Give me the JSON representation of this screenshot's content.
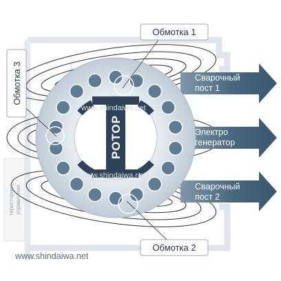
{
  "callouts": {
    "winding_1": "Обмотка 1",
    "winding_2": "Обмотка 2",
    "winding_3": "Обмотка 3"
  },
  "outputs": {
    "welding_post_1": [
      "Сварочный",
      "пост 1"
    ],
    "generator": [
      "Электро",
      "генератор"
    ],
    "welding_post_2": [
      "Сварочный",
      "пост 2"
    ]
  },
  "rotor_label": "РОТОР",
  "thyristor_control": [
    "тиристорное",
    "управление"
  ],
  "watermark": "www.shindaiwa.net",
  "site_url": "www.shindaiwa.net",
  "colors": {
    "arrow_dark": "#3f5f78",
    "arrow_mid": "#7f97aa",
    "ring": "#c9d4de",
    "hole": "#5e7d95",
    "field_lines": "#2a2f33",
    "frame": "#d6dde3"
  }
}
